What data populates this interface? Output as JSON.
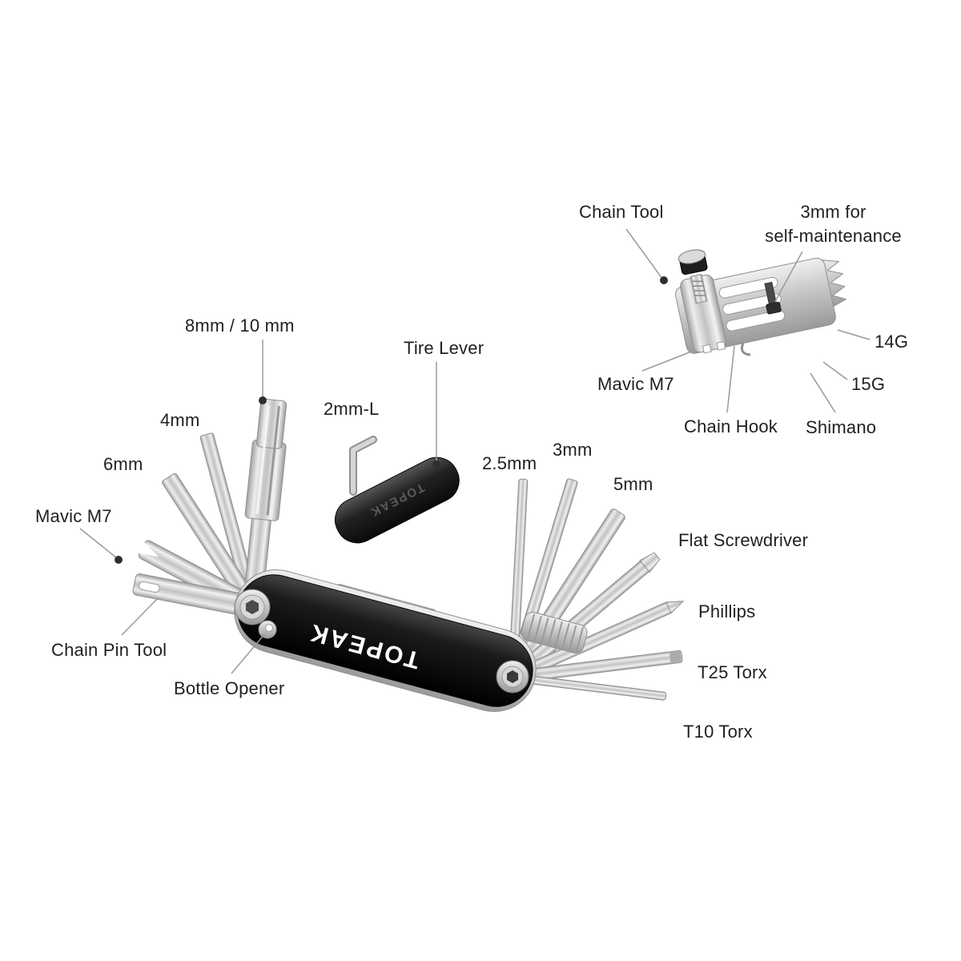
{
  "brand": "TOPEAK",
  "callouts": [
    {
      "id": "chain-tool",
      "text": "Chain Tool"
    },
    {
      "id": "3mm-self-maintenance",
      "text": "3mm for\nself-maintenance"
    },
    {
      "id": "14g",
      "text": "14G"
    },
    {
      "id": "15g",
      "text": "15G"
    },
    {
      "id": "mavic-m7-upper",
      "text": "Mavic M7"
    },
    {
      "id": "chain-hook",
      "text": "Chain Hook"
    },
    {
      "id": "shimano",
      "text": "Shimano"
    },
    {
      "id": "8mm-10mm",
      "text": "8mm / 10 mm"
    },
    {
      "id": "tire-lever",
      "text": "Tire Lever"
    },
    {
      "id": "2mm-l",
      "text": "2mm-L"
    },
    {
      "id": "4mm",
      "text": "4mm"
    },
    {
      "id": "6mm",
      "text": "6mm"
    },
    {
      "id": "mavic-m7-left",
      "text": "Mavic M7"
    },
    {
      "id": "chain-pin-tool",
      "text": "Chain Pin Tool"
    },
    {
      "id": "bottle-opener",
      "text": "Bottle Opener"
    },
    {
      "id": "2-5mm",
      "text": "2.5mm"
    },
    {
      "id": "3mm",
      "text": "3mm"
    },
    {
      "id": "5mm",
      "text": "5mm"
    },
    {
      "id": "flat-screwdriver",
      "text": "Flat Screwdriver"
    },
    {
      "id": "phillips",
      "text": "Phillips"
    },
    {
      "id": "t25-torx",
      "text": "T25 Torx"
    },
    {
      "id": "t10-torx",
      "text": "T10 Torx"
    }
  ],
  "colors": {
    "background": "#ffffff",
    "label_text": "#1f1f1f",
    "leader_line": "#9a9a9a",
    "leader_dot": "#2e2e2e",
    "tool_body_black": "#151515",
    "metal_silver": "#c8c8c8"
  }
}
